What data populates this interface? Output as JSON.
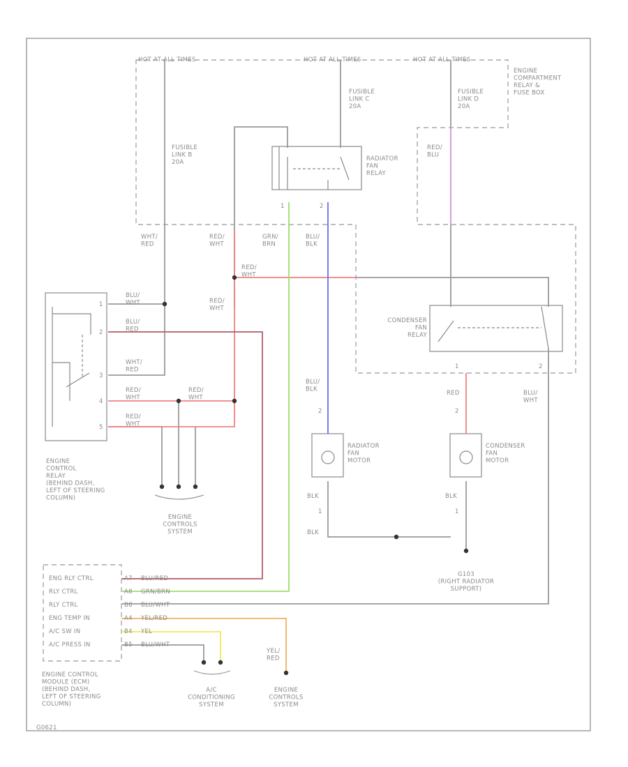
{
  "labels": {
    "hot1": "HOT AT ALL TIMES",
    "hot2": "HOT AT ALL TIMES",
    "hot3": "HOT AT ALL TIMES",
    "ecomp_box": [
      "ENGINE",
      "COMPARTMENT",
      "RELAY &",
      "FUSE BOX"
    ],
    "fl_b": [
      "FUSIBLE",
      "LINK B",
      "20A"
    ],
    "fl_c": [
      "FUSIBLE",
      "LINK C",
      "20A"
    ],
    "fl_d": [
      "FUSIBLE",
      "LINK D",
      "20A"
    ],
    "rad_relay": [
      "RADIATOR",
      "FAN",
      "RELAY"
    ],
    "cond_relay": [
      "CONDENSER",
      "FAN",
      "RELAY"
    ],
    "rad_motor": [
      "RADIATOR",
      "FAN",
      "MOTOR"
    ],
    "cond_motor": [
      "CONDENSER",
      "FAN",
      "MOTOR"
    ],
    "ecr": [
      "ENGINE",
      "CONTROL",
      "RELAY",
      "(BEHIND DASH,",
      "LEFT OF STEERING",
      "COLUMN)"
    ],
    "ecs1": [
      "ENGINE",
      "CONTROLS",
      "SYSTEM"
    ],
    "ecs2": [
      "ENGINE",
      "CONTROLS",
      "SYSTEM"
    ],
    "ac": [
      "A/C",
      "CONDITIONING",
      "SYSTEM"
    ],
    "ecm": [
      "ENGINE CONTROL",
      "MODULE (ECM)",
      "(BEHIND DASH,",
      "LEFT OF STEERING",
      "COLUMN)"
    ],
    "ground": [
      "G103",
      "(RIGHT RADIATOR",
      "SUPPORT)"
    ],
    "footer": "G0621"
  },
  "wires": {
    "wht_red": [
      "WHT/",
      "RED"
    ],
    "red_wht_a": [
      "RED/",
      "WHT"
    ],
    "grn_brn": [
      "GRN/",
      "BRN"
    ],
    "blu_blk_top": [
      "BLU/",
      "BLK"
    ],
    "red_blu": [
      "RED/",
      "BLU"
    ],
    "red_wht_b": [
      "RED/",
      "WHT"
    ],
    "red_wht_c": [
      "RED/",
      "WHT"
    ],
    "blu_wht_1": [
      "BLU/",
      "WHT"
    ],
    "blu_red_1": [
      "BLU/",
      "RED"
    ],
    "wht_red_2": [
      "WHT/",
      "RED"
    ],
    "red_wht_d": [
      "RED/",
      "WHT"
    ],
    "red_wht_e": [
      "RED/",
      "WHT"
    ],
    "red_wht_f": [
      "RED/",
      "WHT"
    ],
    "blu_blk_mid": [
      "BLU/",
      "BLK"
    ],
    "red_r": "RED",
    "blu_wht_right": [
      "BLU/",
      "WHT"
    ],
    "blk_a": "BLK",
    "blk_b": "BLK",
    "blk_c": "BLK",
    "yel_red": [
      "YEL/",
      "RED"
    ],
    "ecm_pins": [
      {
        "pin": "A7",
        "label": "ENG RLY CTRL",
        "wire": "BLU/RED"
      },
      {
        "pin": "A8",
        "label": "RLY CTRL",
        "wire": "GRN/BRN"
      },
      {
        "pin": "B8",
        "label": "RLY CTRL",
        "wire": "BLU/WHT"
      },
      {
        "pin": "A4",
        "label": "ENG TEMP IN",
        "wire": "YEL/RED"
      },
      {
        "pin": "B4",
        "label": "A/C SW IN",
        "wire": "YEL"
      },
      {
        "pin": "B5",
        "label": "A/C PRESS IN",
        "wire": "BLU/WHT"
      }
    ]
  },
  "pins": {
    "rad_relay": [
      "1",
      "2"
    ],
    "cond_relay": [
      "1",
      "2"
    ],
    "rad_motor": [
      "2",
      "1"
    ],
    "cond_motor": [
      "2",
      "1"
    ],
    "ecr": [
      "1",
      "2",
      "3",
      "4",
      "5"
    ]
  },
  "colors": {
    "red": "#f28080",
    "blu_red": "#b35a6a",
    "green": "#9fdc6a",
    "blue": "#6c6cf0",
    "violet": "#d69ee0",
    "orange": "#f0b060",
    "yellow": "#f3e85a",
    "gray": "#9a9a9a"
  }
}
